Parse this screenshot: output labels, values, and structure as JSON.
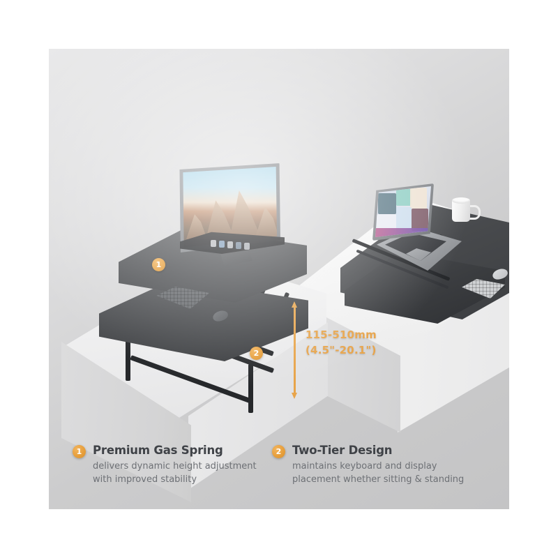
{
  "scene": {
    "background_color": "#dcdcdd",
    "accent_color": "#e8a44a",
    "height_spec": {
      "metric": "115-510mm",
      "imperial": "(4.5\"-20.1\")"
    },
    "badges": [
      {
        "number": "1"
      },
      {
        "number": "2"
      }
    ],
    "objects": {
      "monitor_label": "monitor",
      "laptop_label": "laptop",
      "mug_label": "coffee-mug",
      "keyboard_label": "keyboard",
      "mouse_label": "mouse"
    }
  },
  "captions": [
    {
      "number": "1",
      "title": "Premium Gas Spring",
      "line1": "delivers dynamic height adjustment",
      "line2": "with improved stability"
    },
    {
      "number": "2",
      "title": "Two-Tier Design",
      "line1": "maintains keyboard and display",
      "line2": "placement whether sitting & standing"
    }
  ]
}
